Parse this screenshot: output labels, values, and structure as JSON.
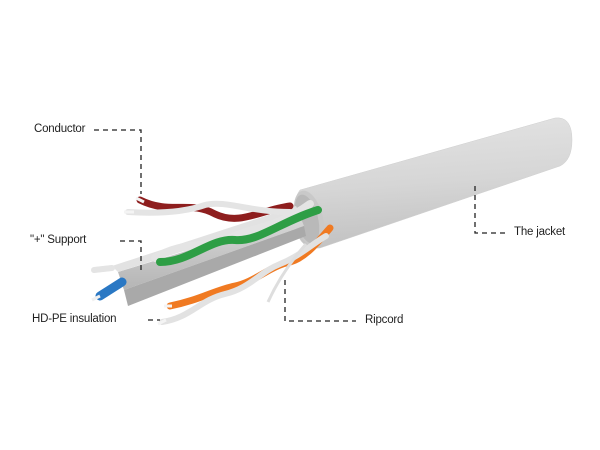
{
  "diagram": {
    "subject": "Twisted pair network cable cross-section",
    "labels": {
      "conductor": "Conductor",
      "support": "\"+\" Support",
      "insulation": "HD-PE insulation",
      "ripcord": "Ripcord",
      "jacket": "The jacket"
    },
    "colors": {
      "jacket": "#d9d9d9",
      "jacket_shadow": "#c4c4c4",
      "pair_brown": "#8e1e1e",
      "pair_green": "#2e9e45",
      "pair_orange": "#f07a22",
      "pair_blue": "#2a78c4",
      "white_wire": "#e6e6e6",
      "leader_line": "#222222"
    }
  }
}
